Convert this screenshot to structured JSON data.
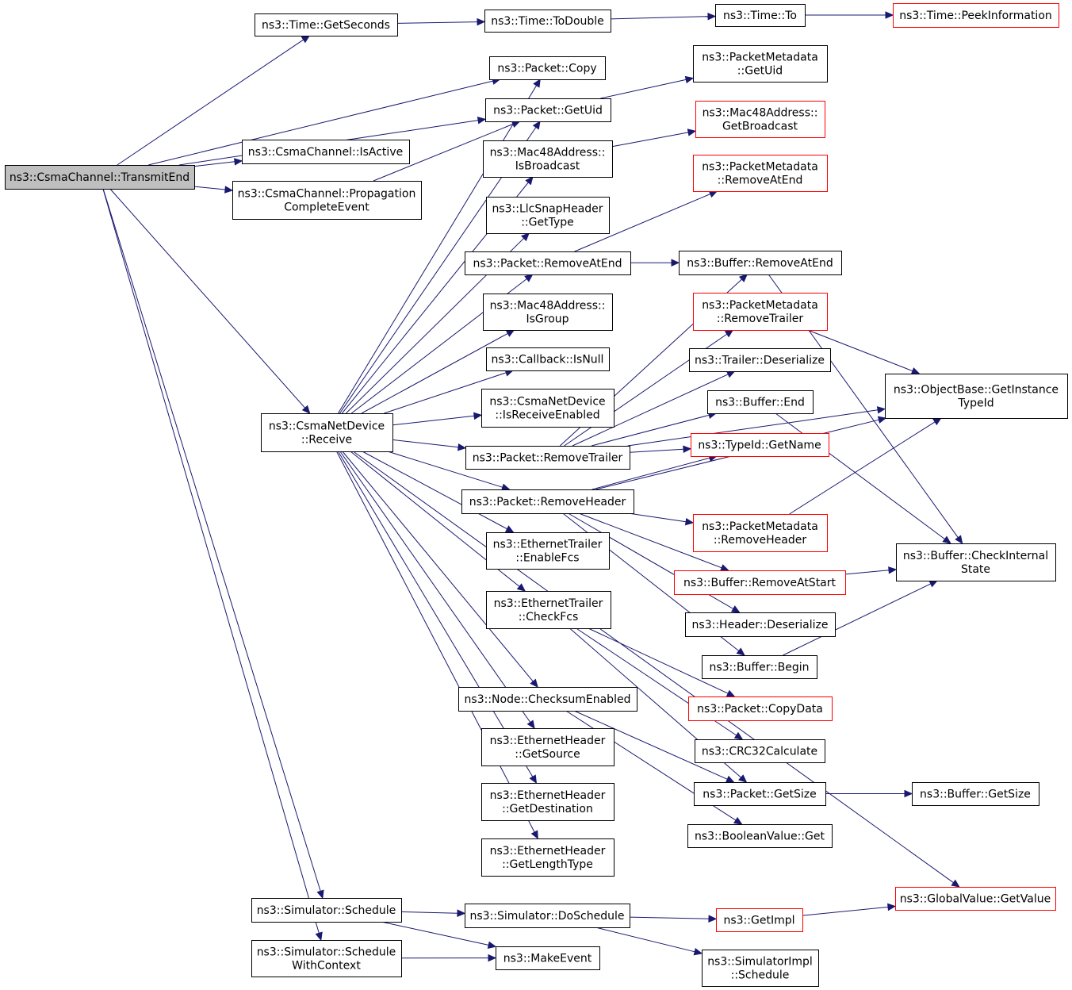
{
  "graph": {
    "nodes": [
      {
        "id": "transmitend",
        "lines": [
          "ns3::CsmaChannel::TransmitEnd"
        ],
        "style": "root"
      },
      {
        "id": "getseconds",
        "lines": [
          "ns3::Time::GetSeconds"
        ],
        "style": "normal"
      },
      {
        "id": "todouble",
        "lines": [
          "ns3::Time::ToDouble"
        ],
        "style": "normal"
      },
      {
        "id": "to",
        "lines": [
          "ns3::Time::To"
        ],
        "style": "normal"
      },
      {
        "id": "peekinfo",
        "lines": [
          "ns3::Time::PeekInformation"
        ],
        "style": "red"
      },
      {
        "id": "pktcopy",
        "lines": [
          "ns3::Packet::Copy"
        ],
        "style": "normal"
      },
      {
        "id": "pmgetuid",
        "lines": [
          "ns3::PacketMetadata",
          "::GetUid"
        ],
        "style": "normal"
      },
      {
        "id": "pktgetuid",
        "lines": [
          "ns3::Packet::GetUid"
        ],
        "style": "normal"
      },
      {
        "id": "macgetbcast",
        "lines": [
          "ns3::Mac48Address::",
          "GetBroadcast"
        ],
        "style": "red"
      },
      {
        "id": "isactive",
        "lines": [
          "ns3::CsmaChannel::IsActive"
        ],
        "style": "normal"
      },
      {
        "id": "maccisbcast",
        "lines": [
          "ns3::Mac48Address::",
          "IsBroadcast"
        ],
        "style": "normal"
      },
      {
        "id": "propcomplete",
        "lines": [
          "ns3::CsmaChannel::Propagation",
          "CompleteEvent"
        ],
        "style": "normal"
      },
      {
        "id": "pmremoveatend",
        "lines": [
          "ns3::PacketMetadata",
          "::RemoveAtEnd"
        ],
        "style": "red"
      },
      {
        "id": "llcgettype",
        "lines": [
          "ns3::LlcSnapHeader",
          "::GetType"
        ],
        "style": "normal"
      },
      {
        "id": "pktremoveatend",
        "lines": [
          "ns3::Packet::RemoveAtEnd"
        ],
        "style": "normal"
      },
      {
        "id": "bufremoveatend",
        "lines": [
          "ns3::Buffer::RemoveAtEnd"
        ],
        "style": "normal"
      },
      {
        "id": "macisgroup",
        "lines": [
          "ns3::Mac48Address::",
          "IsGroup"
        ],
        "style": "normal"
      },
      {
        "id": "pmremovetrailer",
        "lines": [
          "ns3::PacketMetadata",
          "::RemoveTrailer"
        ],
        "style": "red"
      },
      {
        "id": "cbisnull",
        "lines": [
          "ns3::Callback::IsNull"
        ],
        "style": "normal"
      },
      {
        "id": "trailerdeser",
        "lines": [
          "ns3::Trailer::Deserialize"
        ],
        "style": "normal"
      },
      {
        "id": "objgetinst",
        "lines": [
          "ns3::ObjectBase::GetInstance",
          "TypeId"
        ],
        "style": "normal"
      },
      {
        "id": "csmareceive",
        "lines": [
          "ns3::CsmaNetDevice",
          "::Receive"
        ],
        "style": "normal"
      },
      {
        "id": "isrecvenabled",
        "lines": [
          "ns3::CsmaNetDevice",
          "::IsReceiveEnabled"
        ],
        "style": "normal"
      },
      {
        "id": "bufend",
        "lines": [
          "ns3::Buffer::End"
        ],
        "style": "normal"
      },
      {
        "id": "pktremovetrailer",
        "lines": [
          "ns3::Packet::RemoveTrailer"
        ],
        "style": "normal"
      },
      {
        "id": "typeidgetname",
        "lines": [
          "ns3::TypeId::GetName"
        ],
        "style": "red"
      },
      {
        "id": "pktremoveheader",
        "lines": [
          "ns3::Packet::RemoveHeader"
        ],
        "style": "normal"
      },
      {
        "id": "pmremoveheader",
        "lines": [
          "ns3::PacketMetadata",
          "::RemoveHeader"
        ],
        "style": "red"
      },
      {
        "id": "ethenablefcs",
        "lines": [
          "ns3::EthernetTrailer",
          "::EnableFcs"
        ],
        "style": "normal"
      },
      {
        "id": "bufcheckinternal",
        "lines": [
          "ns3::Buffer::CheckInternal",
          "State"
        ],
        "style": "normal"
      },
      {
        "id": "bufremoveatstart",
        "lines": [
          "ns3::Buffer::RemoveAtStart"
        ],
        "style": "red"
      },
      {
        "id": "ethcheckfcs",
        "lines": [
          "ns3::EthernetTrailer",
          "::CheckFcs"
        ],
        "style": "normal"
      },
      {
        "id": "headerdeser",
        "lines": [
          "ns3::Header::Deserialize"
        ],
        "style": "normal"
      },
      {
        "id": "bufbegin",
        "lines": [
          "ns3::Buffer::Begin"
        ],
        "style": "normal"
      },
      {
        "id": "nodechecksum",
        "lines": [
          "ns3::Node::ChecksumEnabled"
        ],
        "style": "normal"
      },
      {
        "id": "pktcopydata",
        "lines": [
          "ns3::Packet::CopyData"
        ],
        "style": "red"
      },
      {
        "id": "ethgetsource",
        "lines": [
          "ns3::EthernetHeader",
          "::GetSource"
        ],
        "style": "normal"
      },
      {
        "id": "crc32",
        "lines": [
          "ns3::CRC32Calculate"
        ],
        "style": "normal"
      },
      {
        "id": "ethgetdest",
        "lines": [
          "ns3::EthernetHeader",
          "::GetDestination"
        ],
        "style": "normal"
      },
      {
        "id": "pktgetsize",
        "lines": [
          "ns3::Packet::GetSize"
        ],
        "style": "normal"
      },
      {
        "id": "bufgetsize",
        "lines": [
          "ns3::Buffer::GetSize"
        ],
        "style": "normal"
      },
      {
        "id": "boolget",
        "lines": [
          "ns3::BooleanValue::Get"
        ],
        "style": "normal"
      },
      {
        "id": "ethgetlentype",
        "lines": [
          "ns3::EthernetHeader",
          "::GetLengthType"
        ],
        "style": "normal"
      },
      {
        "id": "globalgetvalue",
        "lines": [
          "ns3::GlobalValue::GetValue"
        ],
        "style": "red"
      },
      {
        "id": "simschedule",
        "lines": [
          "ns3::Simulator::Schedule"
        ],
        "style": "normal"
      },
      {
        "id": "simdoschedule",
        "lines": [
          "ns3::Simulator::DoSchedule"
        ],
        "style": "normal"
      },
      {
        "id": "getimpl",
        "lines": [
          "ns3::GetImpl"
        ],
        "style": "red"
      },
      {
        "id": "simschedulectx",
        "lines": [
          "ns3::Simulator::Schedule",
          "WithContext"
        ],
        "style": "normal"
      },
      {
        "id": "makeevent",
        "lines": [
          "ns3::MakeEvent"
        ],
        "style": "normal"
      },
      {
        "id": "simimplschedule",
        "lines": [
          "ns3::SimulatorImpl",
          "::Schedule"
        ],
        "style": "normal"
      }
    ],
    "edges": [
      [
        "transmitend",
        "getseconds"
      ],
      [
        "getseconds",
        "todouble"
      ],
      [
        "todouble",
        "to"
      ],
      [
        "to",
        "peekinfo"
      ],
      [
        "transmitend",
        "pktcopy"
      ],
      [
        "transmitend",
        "pktgetuid"
      ],
      [
        "transmitend",
        "isactive"
      ],
      [
        "transmitend",
        "propcomplete"
      ],
      [
        "transmitend",
        "csmareceive"
      ],
      [
        "transmitend",
        "simschedule"
      ],
      [
        "transmitend",
        "simschedulectx"
      ],
      [
        "pktgetuid",
        "pmgetuid"
      ],
      [
        "propcomplete",
        "pktgetuid"
      ],
      [
        "maccisbcast",
        "macgetbcast"
      ],
      [
        "csmareceive",
        "pktcopy"
      ],
      [
        "csmareceive",
        "pktgetuid"
      ],
      [
        "csmareceive",
        "maccisbcast"
      ],
      [
        "csmareceive",
        "llcgettype"
      ],
      [
        "csmareceive",
        "pktremoveatend"
      ],
      [
        "csmareceive",
        "macisgroup"
      ],
      [
        "csmareceive",
        "cbisnull"
      ],
      [
        "csmareceive",
        "isrecvenabled"
      ],
      [
        "csmareceive",
        "pktremovetrailer"
      ],
      [
        "csmareceive",
        "pktremoveheader"
      ],
      [
        "csmareceive",
        "ethenablefcs"
      ],
      [
        "csmareceive",
        "ethcheckfcs"
      ],
      [
        "csmareceive",
        "nodechecksum"
      ],
      [
        "csmareceive",
        "ethgetsource"
      ],
      [
        "csmareceive",
        "ethgetdest"
      ],
      [
        "csmareceive",
        "ethgetlentype"
      ],
      [
        "csmareceive",
        "globalgetvalue"
      ],
      [
        "pktremoveatend",
        "pmremoveatend"
      ],
      [
        "pktremoveatend",
        "bufremoveatend"
      ],
      [
        "bufremoveatend",
        "bufcheckinternal"
      ],
      [
        "pktremovetrailer",
        "bufremoveatend"
      ],
      [
        "pktremovetrailer",
        "pmremovetrailer"
      ],
      [
        "pktremovetrailer",
        "trailerdeser"
      ],
      [
        "pktremovetrailer",
        "bufend"
      ],
      [
        "pktremovetrailer",
        "typeidgetname"
      ],
      [
        "pktremovetrailer",
        "objgetinst"
      ],
      [
        "pmremovetrailer",
        "objgetinst"
      ],
      [
        "bufend",
        "bufcheckinternal"
      ],
      [
        "pktremoveheader",
        "typeidgetname"
      ],
      [
        "pktremoveheader",
        "objgetinst"
      ],
      [
        "pktremoveheader",
        "pmremoveheader"
      ],
      [
        "pktremoveheader",
        "bufremoveatstart"
      ],
      [
        "pktremoveheader",
        "headerdeser"
      ],
      [
        "pktremoveheader",
        "bufbegin"
      ],
      [
        "pmremoveheader",
        "objgetinst"
      ],
      [
        "bufremoveatstart",
        "bufcheckinternal"
      ],
      [
        "bufbegin",
        "bufcheckinternal"
      ],
      [
        "ethcheckfcs",
        "pktcopydata"
      ],
      [
        "ethcheckfcs",
        "crc32"
      ],
      [
        "ethcheckfcs",
        "pktgetsize"
      ],
      [
        "nodechecksum",
        "pktgetsize"
      ],
      [
        "nodechecksum",
        "boolget"
      ],
      [
        "pktgetsize",
        "bufgetsize"
      ],
      [
        "simschedule",
        "simdoschedule"
      ],
      [
        "simschedule",
        "makeevent"
      ],
      [
        "simdoschedule",
        "getimpl"
      ],
      [
        "simdoschedule",
        "simimplschedule"
      ],
      [
        "getimpl",
        "globalgetvalue"
      ],
      [
        "simschedulectx",
        "makeevent"
      ]
    ]
  },
  "colors": {
    "edge": "#191970",
    "root_fill": "#bfbfbf",
    "red_border": "#ff0000",
    "normal_border": "#000000"
  }
}
